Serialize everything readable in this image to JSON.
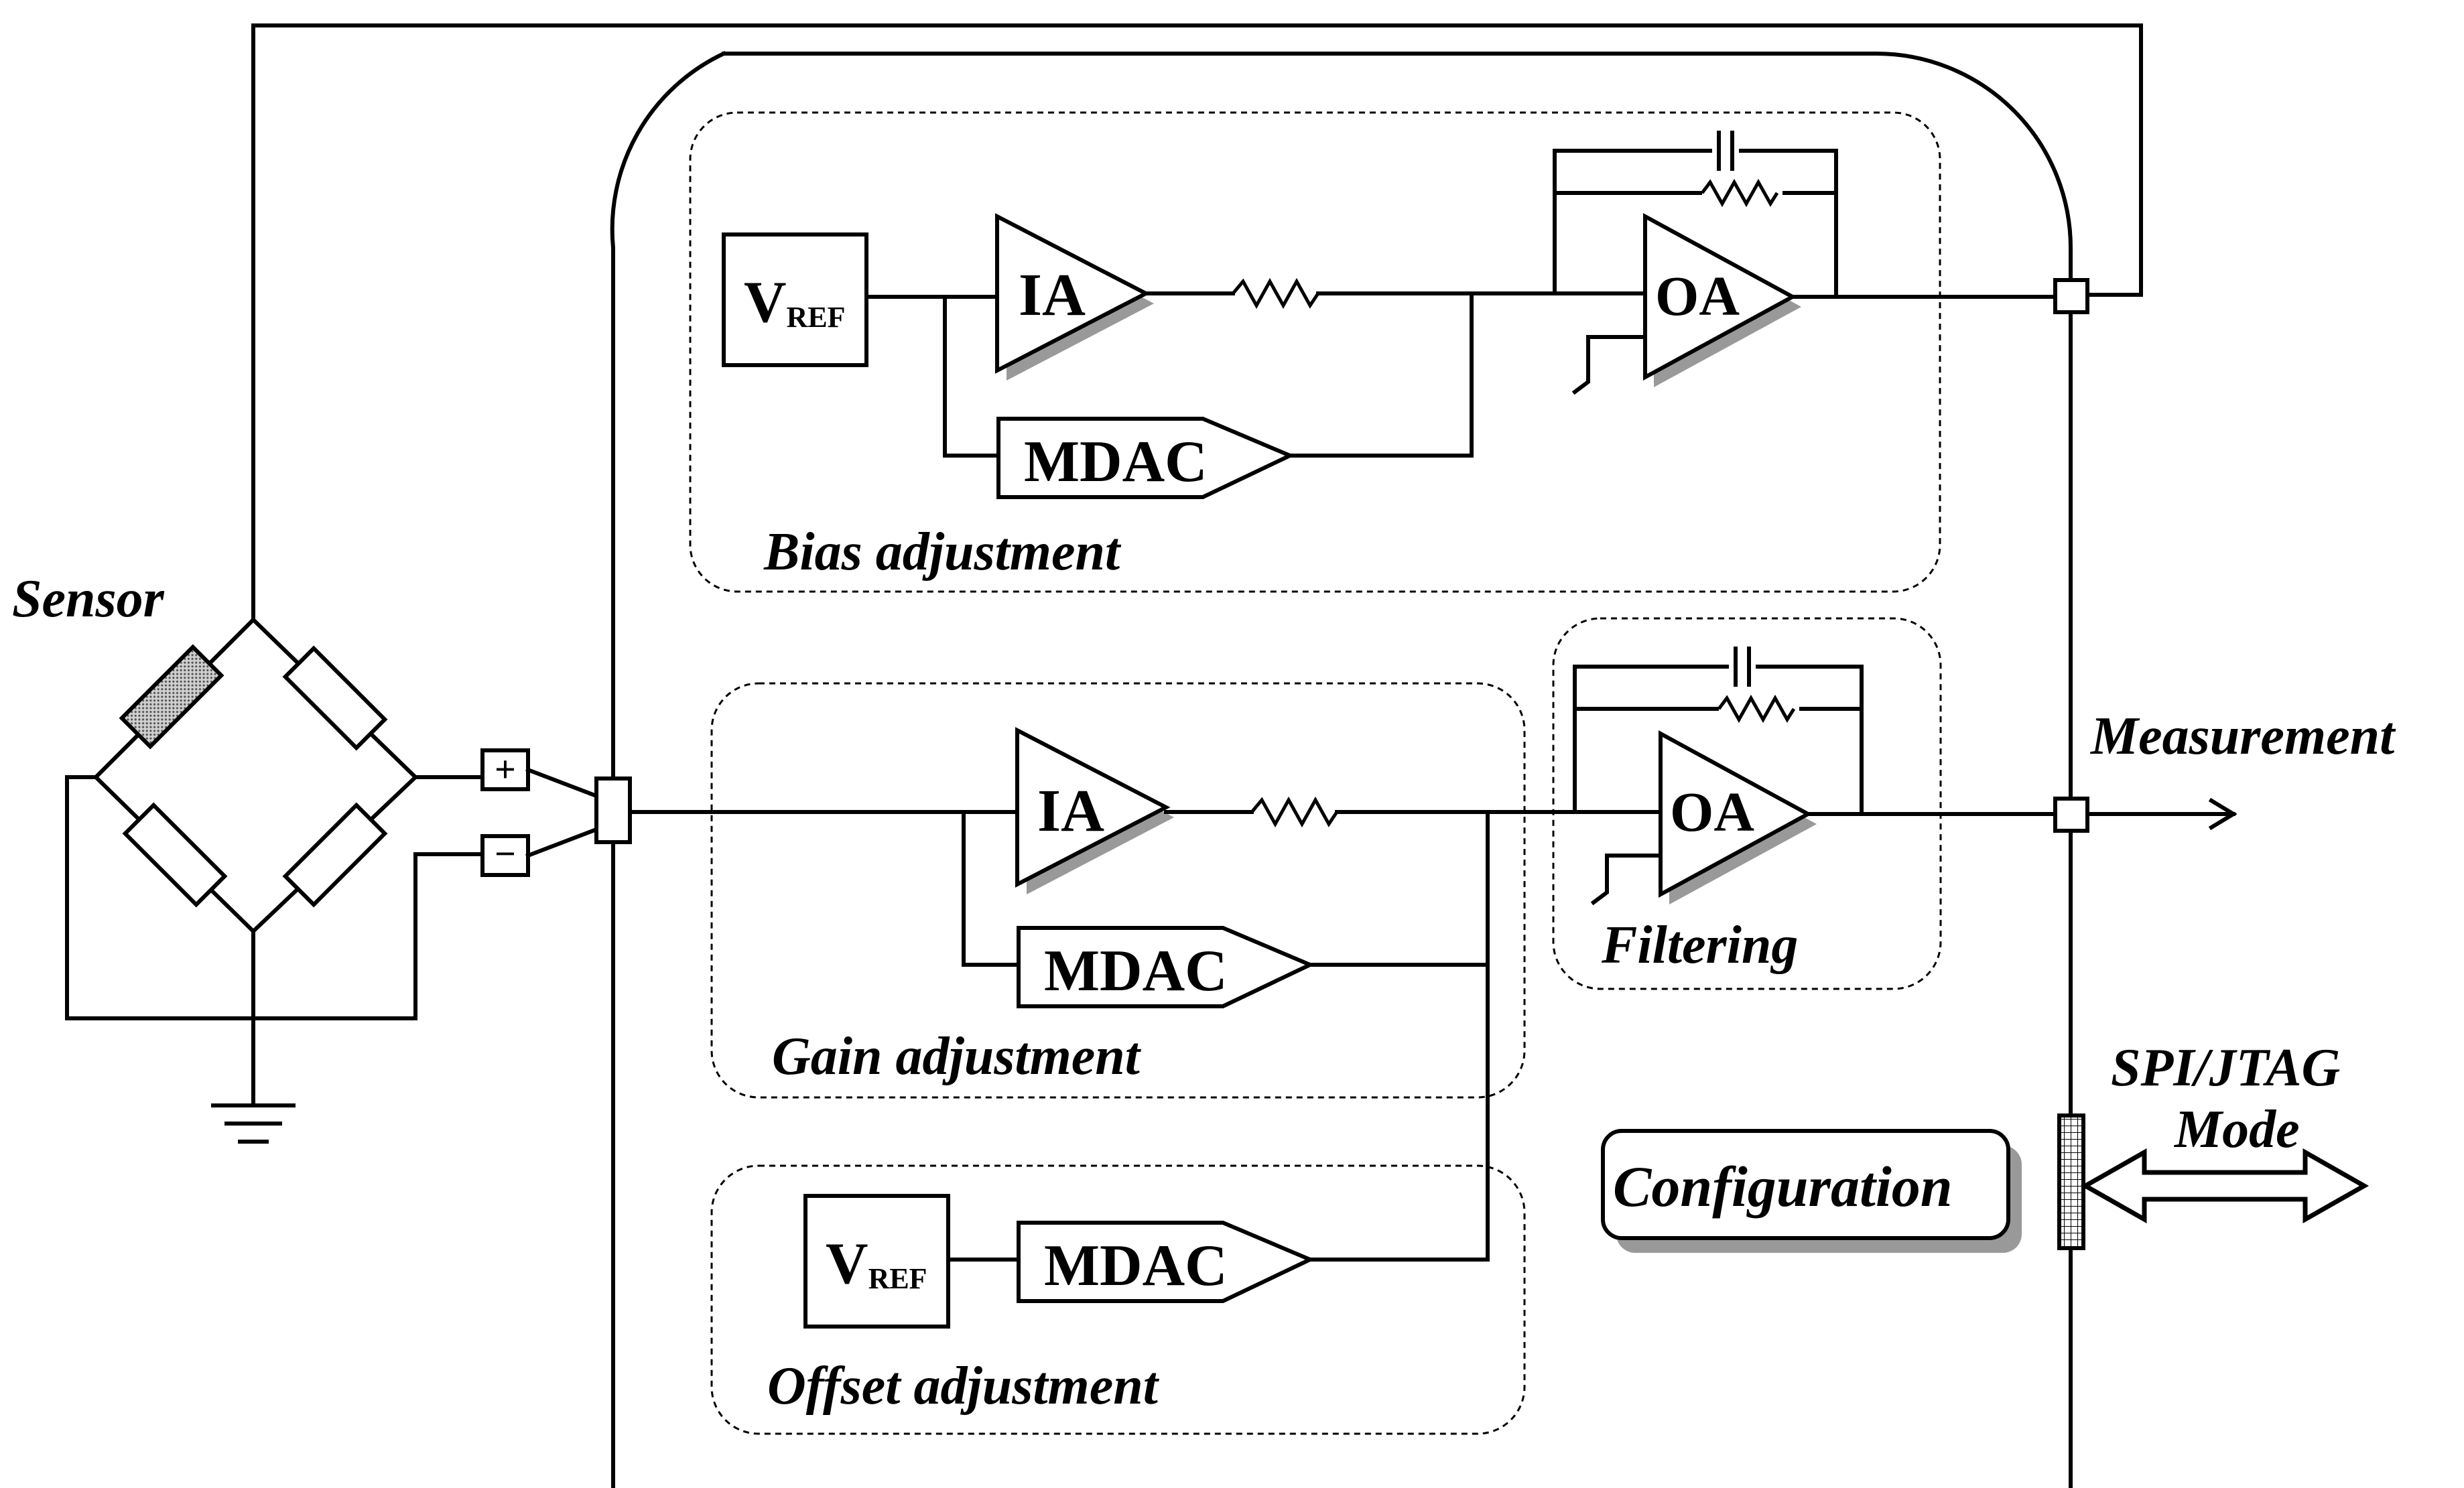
{
  "labels": {
    "sensor": "Sensor",
    "measurement": "Measurement",
    "spi_jtag": "SPI/JTAG",
    "mode": "Mode",
    "configuration": "Configuration",
    "bias_adjustment": "Bias adjustment",
    "gain_adjustment": "Gain adjustment",
    "offset_adjustment": "Offset adjustment",
    "filtering": "Filtering"
  },
  "blocks": {
    "ia": "IA",
    "oa": "OA",
    "mdac": "MDAC",
    "vref_main": "V",
    "vref_sub": "REF"
  },
  "terminals": {
    "plus": "+",
    "minus": "−"
  },
  "colors": {
    "line": "#000000",
    "shadow": "#999999",
    "sensor_element": "#b8b8b8"
  }
}
